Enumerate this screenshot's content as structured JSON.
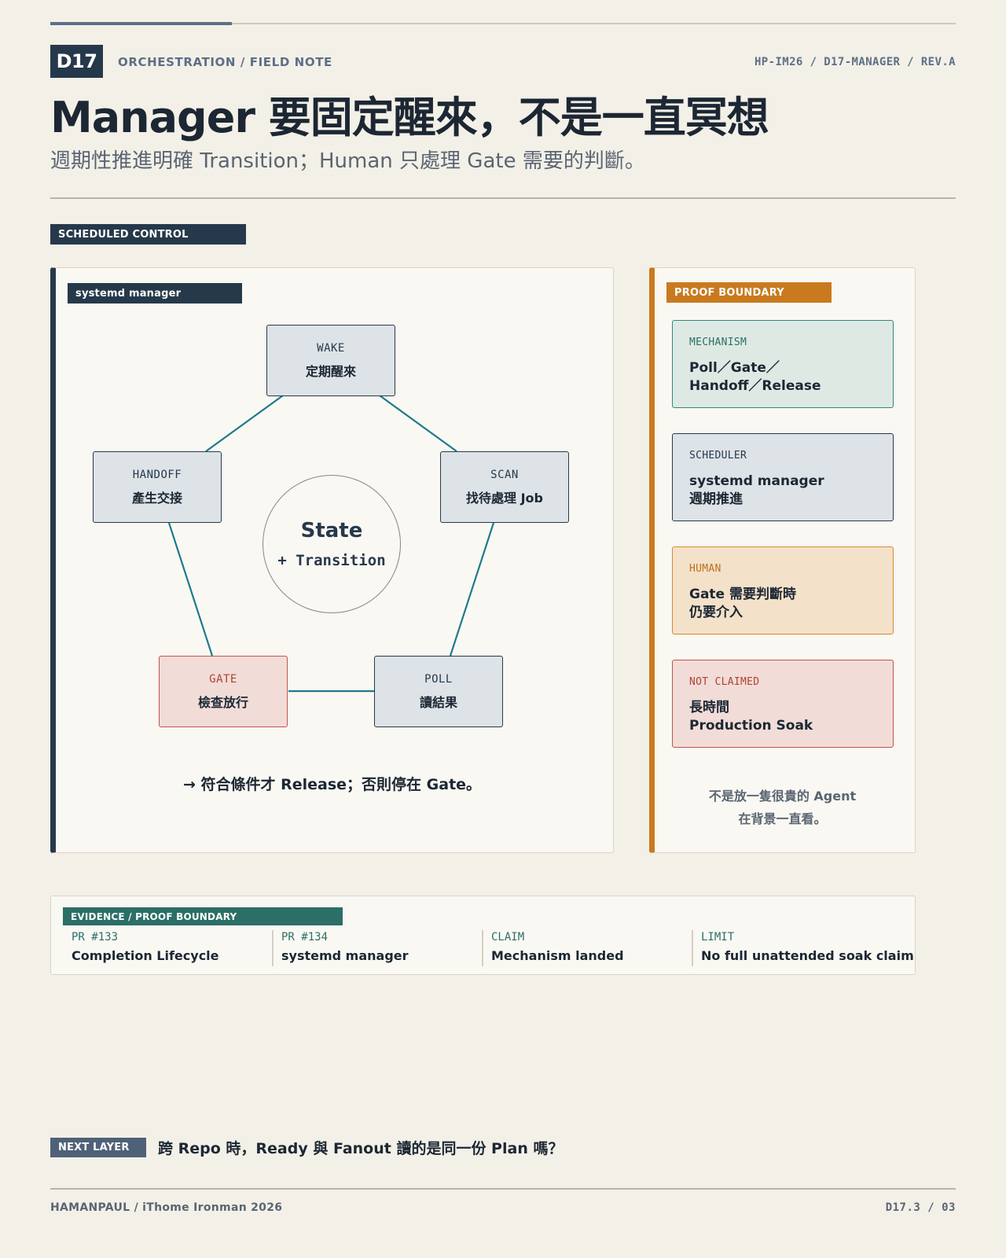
{
  "header": {
    "badge": "D17",
    "kicker": "ORCHESTRATION / FIELD NOTE",
    "doc_ref": "HP-IM26 / D17-MANAGER / REV.A",
    "title": "Manager 要固定醒來，不是一直冥想",
    "subtitle": "週期性推進明確 Transition；Human 只處理 Gate 需要的判斷。"
  },
  "section_tag": "SCHEDULED CONTROL",
  "diagram": {
    "tag": "systemd manager",
    "nodes": [
      {
        "code": "WAKE",
        "label": "定期醒來"
      },
      {
        "code": "SCAN",
        "label": "找待處理 Job"
      },
      {
        "code": "POLL",
        "label": "讀結果"
      },
      {
        "code": "GATE",
        "label": "檢查放行"
      },
      {
        "code": "HANDOFF",
        "label": "產生交接"
      }
    ],
    "center_title": "State",
    "center_sub": "+ Transition",
    "release_note": "→ 符合條件才 Release；否則停在 Gate。",
    "colors": {
      "edge": "#1f7a8c",
      "node_border": "#26394b",
      "gate_border": "#c0554a"
    }
  },
  "proof": {
    "tag": "PROOF BOUNDARY",
    "boxes": [
      {
        "label": "MECHANISM",
        "line1": "Poll／Gate／",
        "line2": "Handoff／Release"
      },
      {
        "label": "SCHEDULER",
        "line1": "systemd manager",
        "line2": "週期推進"
      },
      {
        "label": "HUMAN",
        "line1": "Gate 需要判斷時",
        "line2": "仍要介入"
      },
      {
        "label": "NOT CLAIMED",
        "line1": "長時間",
        "line2": "Production Soak"
      }
    ],
    "note_line1": "不是放一隻很貴的 Agent",
    "note_line2": "在背景一直看。"
  },
  "evidence": {
    "tag": "EVIDENCE / PROOF BOUNDARY",
    "items": [
      {
        "key": "PR #133",
        "value": "Completion Lifecycle"
      },
      {
        "key": "PR #134",
        "value": "systemd manager"
      },
      {
        "key": "CLAIM",
        "value": "Mechanism landed"
      },
      {
        "key": "LIMIT",
        "value": "No full unattended soak claim"
      }
    ]
  },
  "next_layer": {
    "tag": "NEXT LAYER",
    "question": "跨 Repo 時，Ready 與 Fanout 讀的是同一份 Plan 嗎？"
  },
  "footer": {
    "left": "HAMANPAUL / iThome Ironman 2026",
    "right": "D17.3 / 03"
  }
}
